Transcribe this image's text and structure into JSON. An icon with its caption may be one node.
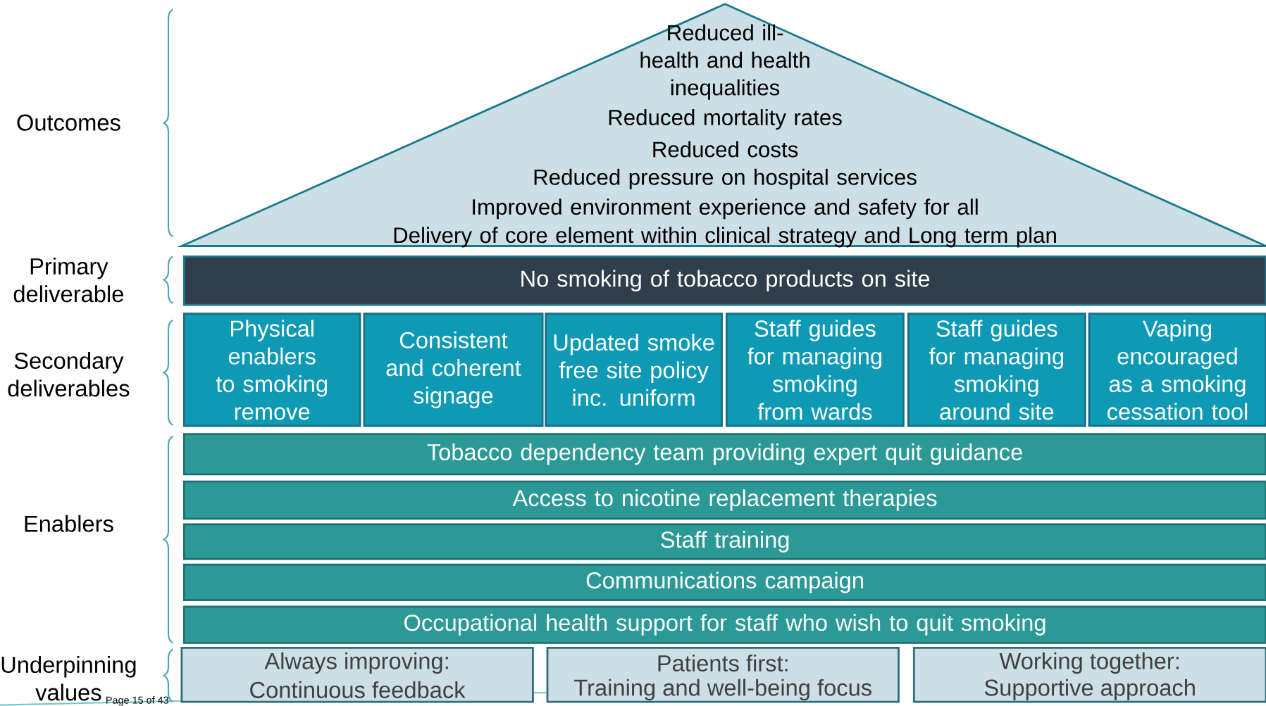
{
  "diagram": {
    "nodes": [
      {
        "text": [
          "Reduced ill-health and health inequalities",
          "Reduced mortality rates",
          "Reduced costs",
          "Reduced pressure on hospital services",
          "Improved environment experience and safety for all",
          "Delivery of core element within clinical strategy and Long term plan"
        ]
      },
      {
        "text": [
          "No smoking of tobacco products on site"
        ]
      },
      {
        "text": [
          "Physical enablers to smoking remove"
        ]
      },
      {
        "text": [
          "Consistent and coherent signage"
        ]
      },
      {
        "text": [
          "Updated smoke free site policy inc. uniform"
        ]
      },
      {
        "text": [
          "Staff guides for managing smoking from wards"
        ]
      },
      {
        "text": [
          "Staff guides for managing smoking around site"
        ]
      },
      {
        "text": [
          "Vaping encouraged as a smoking cessation tool"
        ]
      },
      {
        "text": [
          "Tobacco dependency team providing expert quit guidance"
        ]
      },
      {
        "text": [
          "Access to nicotine replacement therapies"
        ]
      },
      {
        "text": [
          "Staff training"
        ]
      },
      {
        "text": [
          "Communications campaign"
        ]
      },
      {
        "text": [
          "Occupational health support for staff who wish to quit smoking"
        ]
      },
      {
        "text": [
          "Always improving:",
          "Continuous feedback"
        ]
      },
      {
        "text": [
          "Patients first:",
          "Training and well-being focus"
        ]
      },
      {
        "text": [
          "Working together:",
          "Supportive approach"
        ]
      }
    ],
    "edges": [],
    "labels": [
      "Outcomes",
      "Primary deliverable",
      "Secondary deliverables",
      "Enablers",
      "Underpinning values",
      "Page 15 of 43"
    ]
  }
}
